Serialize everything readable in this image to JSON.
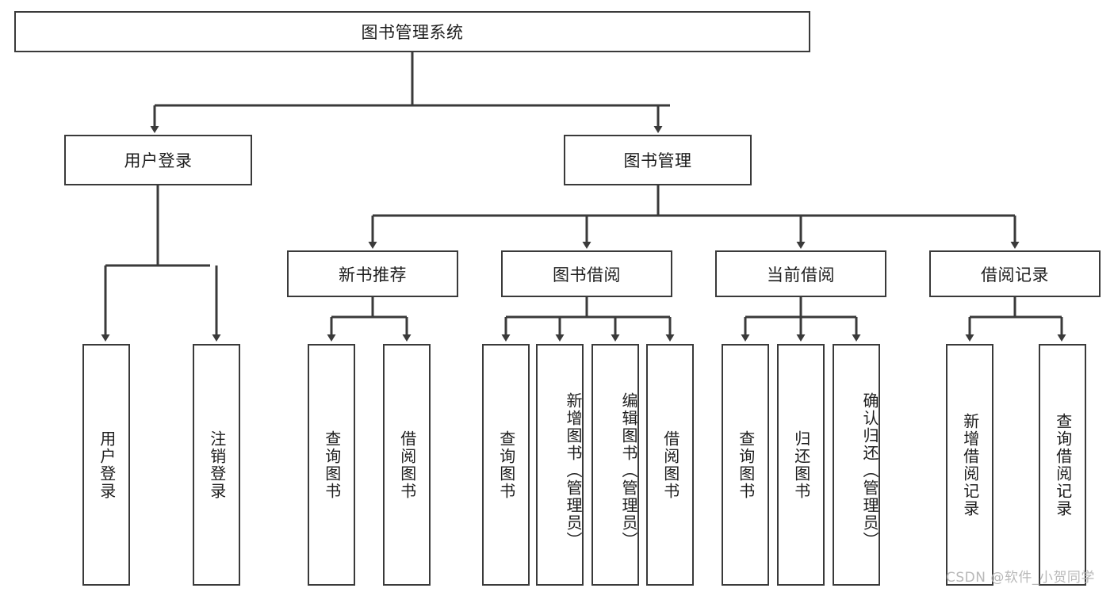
{
  "diagram": {
    "type": "tree-hierarchy-chart",
    "title": "图书管理系统",
    "stroke_color": "#3a3a3a",
    "fill_color": "#ffffff",
    "text_color": "#1d1d1d",
    "root": {
      "label": "图书管理系统"
    },
    "level2": [
      {
        "label": "用户登录"
      },
      {
        "label": "图书管理"
      }
    ],
    "level3": [
      {
        "label": "新书推荐"
      },
      {
        "label": "图书借阅"
      },
      {
        "label": "当前借阅"
      },
      {
        "label": "借阅记录"
      }
    ],
    "leaves": [
      {
        "label": "用户登录",
        "parent": "用户登录"
      },
      {
        "label": "注销登录",
        "parent": "用户登录"
      },
      {
        "label": "查询图书",
        "parent": "新书推荐"
      },
      {
        "label": "借阅图书",
        "parent": "新书推荐"
      },
      {
        "label": "查询图书",
        "parent": "图书借阅"
      },
      {
        "label": "新增图书（管理员）",
        "parent": "图书借阅"
      },
      {
        "label": "编辑图书（管理员）",
        "parent": "图书借阅"
      },
      {
        "label": "借阅图书",
        "parent": "图书借阅"
      },
      {
        "label": "查询图书",
        "parent": "当前借阅"
      },
      {
        "label": "归还图书",
        "parent": "当前借阅"
      },
      {
        "label": "确认归还（管理员）",
        "parent": "当前借阅"
      },
      {
        "label": "新增借阅记录",
        "parent": "借阅记录"
      },
      {
        "label": "查询借阅记录",
        "parent": "借阅记录"
      }
    ],
    "watermark": "CSDN @软件_小贺同学"
  }
}
